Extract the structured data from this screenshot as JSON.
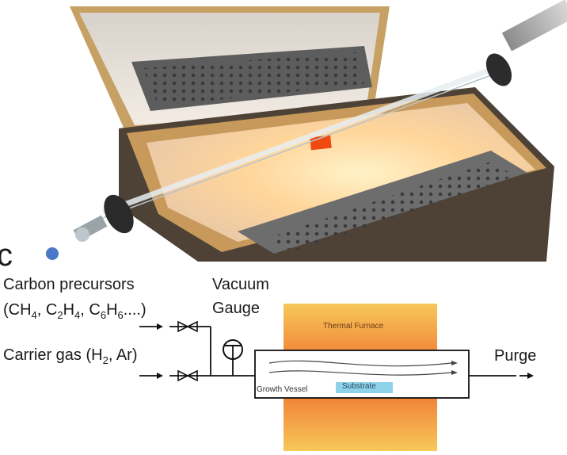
{
  "panel_label": "c",
  "labels": {
    "precursors_line1": "Carbon precursors",
    "precursors_line2_parts": [
      "(CH",
      "4",
      ", C",
      "2",
      "H",
      "4",
      ", C",
      "6",
      "H",
      "6",
      "....)"
    ],
    "carrier_gas_parts": [
      "Carrier gas (H",
      "2",
      ", Ar)"
    ],
    "vacuum": "Vacuum",
    "gauge": "Gauge",
    "furnace": "Thermal Furnace",
    "vessel": "Growth Vessel",
    "substrate": "Substrate",
    "purge": "Purge"
  },
  "colors": {
    "furnace_top": "#f7c85a",
    "furnace_mid": "#ef6a2a",
    "substrate": "#8fd3ea",
    "line": "#111111",
    "body_dark": "#4a3f33",
    "hot_glow": "#ffd08a"
  }
}
